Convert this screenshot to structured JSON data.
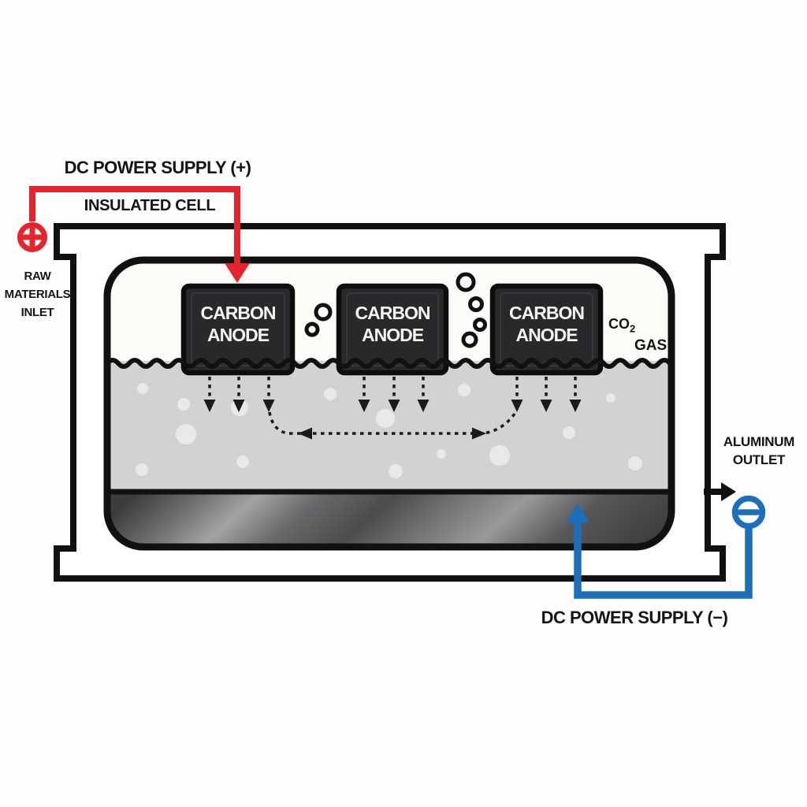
{
  "diagram": {
    "subject": "aluminum electrolysis insulated cell",
    "labels": {
      "dc_plus": "DC POWER SUPPLY (+)",
      "insulated_cell": "INSULATED CELL",
      "raw_materials_1": "RAW",
      "raw_materials_2": "MATERIALS",
      "raw_materials_3": "INLET",
      "co2_formula": "CO",
      "co2_subscript": "2",
      "co2_word": "GAS",
      "aluminum_outlet_1": "ALUMINUM",
      "aluminum_outlet_2": "OUTLET",
      "dc_minus": "DC POWER SUPPLY (−)",
      "plus_terminal": "+",
      "minus_terminal": "−"
    },
    "anodes": [
      {
        "line1": "CARBON",
        "line2": "ANODE"
      },
      {
        "line1": "CARBON",
        "line2": "ANODE"
      },
      {
        "line1": "CARBON",
        "line2": "ANODE"
      }
    ],
    "colors": {
      "positive_red": "#e5252e",
      "negative_blue": "#1c6fb8",
      "outline_black": "#111111",
      "electrolyte_gray": "#d2d2d3",
      "anode_fill": "#29292b",
      "molten_aluminum_dark": "#3c3c3e",
      "molten_aluminum_light": "#a3a3a6",
      "bubble_fill": "#fdfdfb"
    }
  }
}
